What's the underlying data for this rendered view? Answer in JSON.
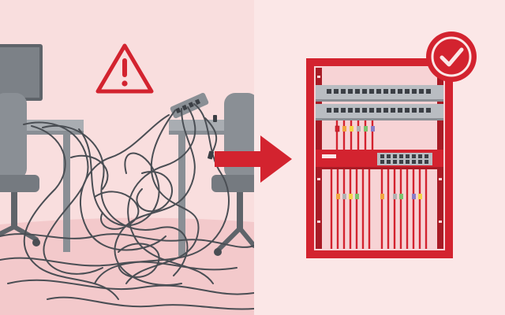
{
  "scene": {
    "left_panel": {
      "state": "messy-cables",
      "icon": "warning-icon"
    },
    "arrow": {
      "direction": "right"
    },
    "right_panel": {
      "state": "organized-server-rack",
      "icon": "check-badge-icon"
    }
  },
  "colors": {
    "left_background": "#f9dede",
    "left_floor": "#f3c9cb",
    "right_background": "#fbe7e7",
    "accent_red": "#d3232f",
    "dark_red": "#a81b25",
    "furniture_gray": "#8a8f95",
    "furniture_dark": "#5f646a",
    "cable_gray": "#4a4e54",
    "panel_silver": "#b9bdc2",
    "port_dark": "#3b3f45",
    "tag_colors": [
      "#d3232f",
      "#f2a541",
      "#f5d547",
      "#7cc36e",
      "#8a7cc6",
      "#b1b1b1"
    ]
  }
}
